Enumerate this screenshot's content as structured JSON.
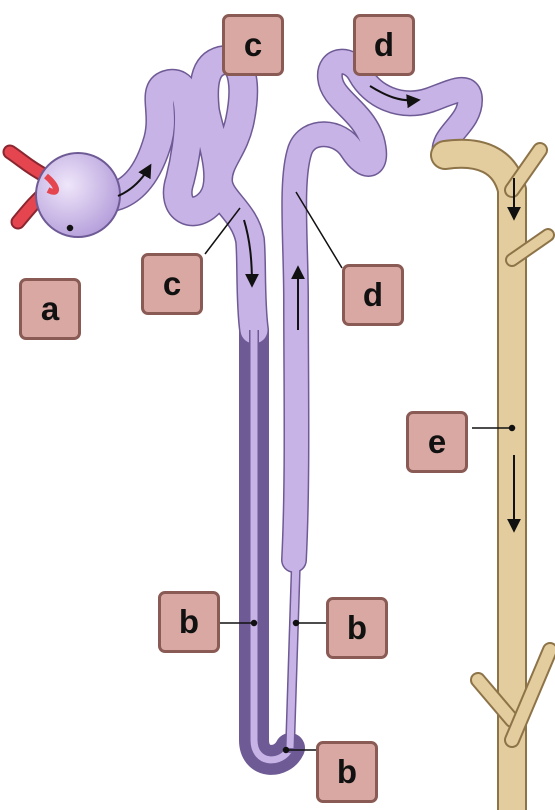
{
  "labels": {
    "glomerulus": "a",
    "loop_descending": "b",
    "loop_ascending": "b",
    "loop_bottom": "b",
    "proximal_top": "c",
    "proximal_side": "c",
    "distal_top": "d",
    "distal_side": "d",
    "collecting_duct": "e"
  },
  "colors": {
    "tubule": "#c7b3e6",
    "tubule_outline": "#6e5a94",
    "duct": "#e3cc9d",
    "duct_outline": "#8d7348",
    "vessel": "#e4454f",
    "label_fill": "#d9a8a2",
    "label_border": "#8a5a55"
  }
}
